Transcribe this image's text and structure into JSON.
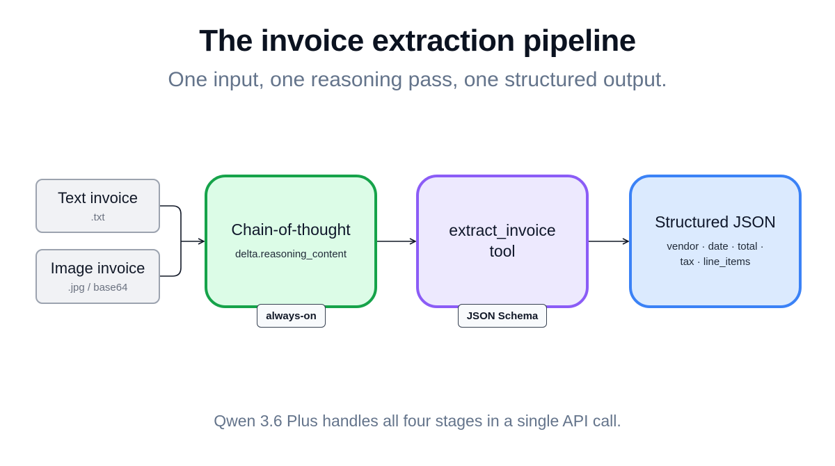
{
  "header": {
    "title": "The invoice extraction pipeline",
    "subtitle": "One input, one reasoning pass, one structured output."
  },
  "inputs": [
    {
      "label": "Text invoice",
      "format": ".txt"
    },
    {
      "label": "Image invoice",
      "format": ".jpg / base64"
    }
  ],
  "stages": [
    {
      "label": "Chain-of-thought",
      "detail": "delta.reasoning_content",
      "tag": "always-on",
      "border_color": "#16a34a",
      "fill_color": "#dcfce7"
    },
    {
      "label_line1": "extract_invoice",
      "label_line2": "tool",
      "tag": "JSON Schema",
      "border_color": "#8b5cf6",
      "fill_color": "#ede9fe"
    },
    {
      "label": "Structured JSON",
      "detail_line1": "vendor · date · total ·",
      "detail_line2": "tax · line_items",
      "border_color": "#3b82f6",
      "fill_color": "#dbeafe"
    }
  ],
  "footer": {
    "note": "Qwen 3.6 Plus handles all four stages in a single API call."
  }
}
